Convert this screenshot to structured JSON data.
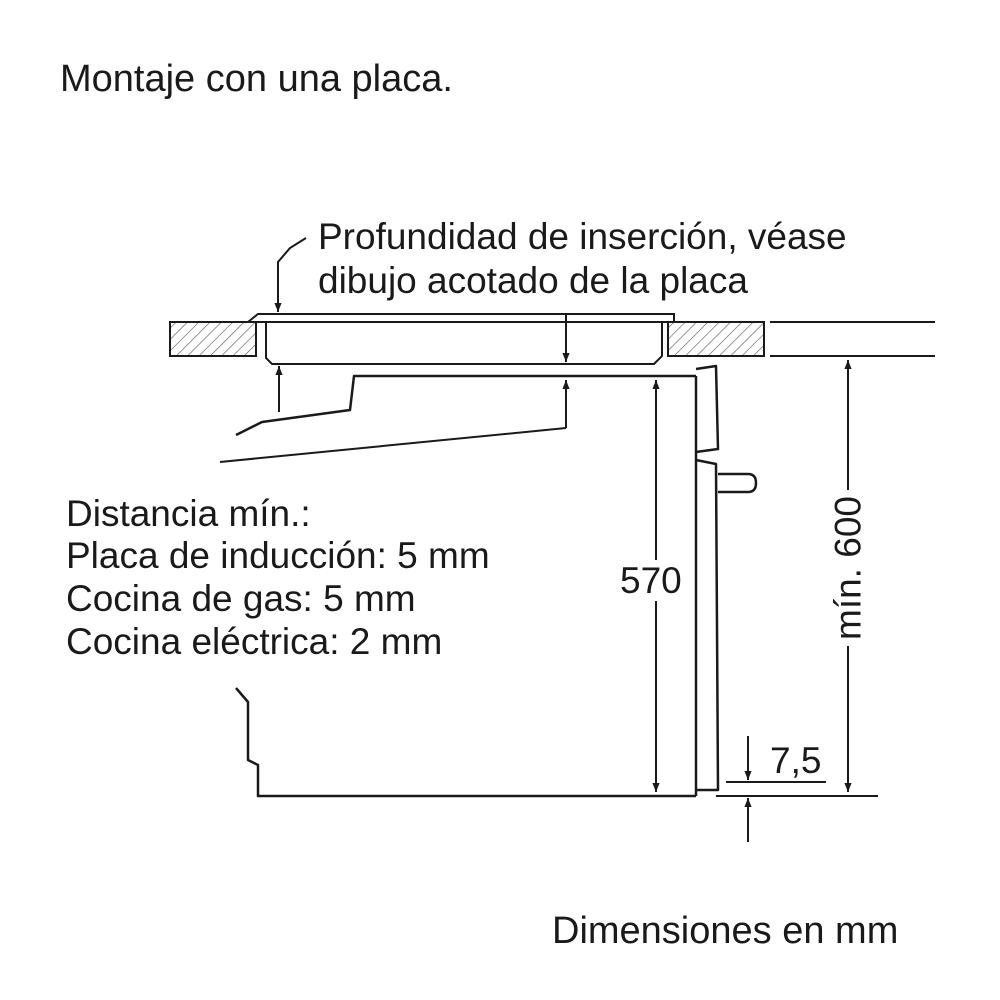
{
  "title": "Montaje con una placa.",
  "note": {
    "line1": "Profundidad de inserción, véase",
    "line2": "dibujo acotado de la placa"
  },
  "distance": {
    "heading": "Distancia mín.:",
    "induction": "Placa de inducción: 5 mm",
    "gas": "Cocina de gas: 5 mm",
    "electric": "Cocina eléctrica: 2 mm"
  },
  "dimensions": {
    "height": "570",
    "min_cabinet": "mín. 600",
    "offset": "7,5"
  },
  "units_note": "Dimensiones en mm"
}
